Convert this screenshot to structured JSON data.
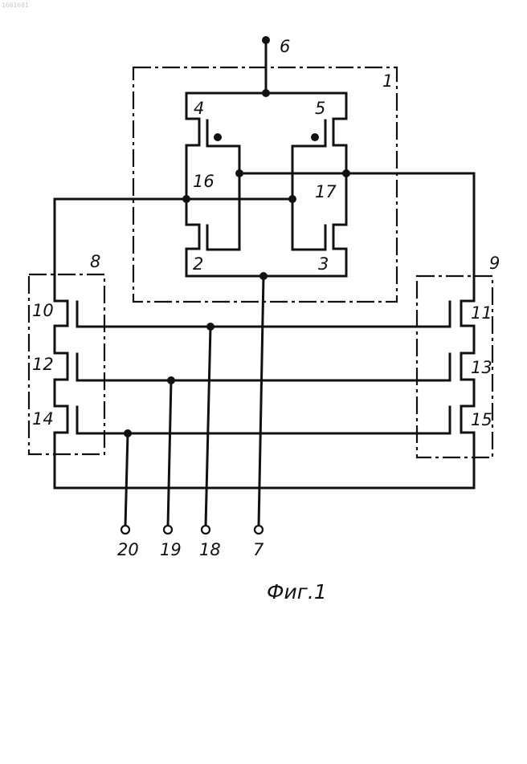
{
  "doc_number": "1601601",
  "caption": "Фиг.1",
  "labels": {
    "n1": "1",
    "n2": "2",
    "n3": "3",
    "n4": "4",
    "n5": "5",
    "n6": "6",
    "n7": "7",
    "n8": "8",
    "n9": "9",
    "n10": "10",
    "n11": "11",
    "n12": "12",
    "n13": "13",
    "n14": "14",
    "n15": "15",
    "n16": "16",
    "n17": "17",
    "n18": "18",
    "n19": "19",
    "n20": "20"
  }
}
